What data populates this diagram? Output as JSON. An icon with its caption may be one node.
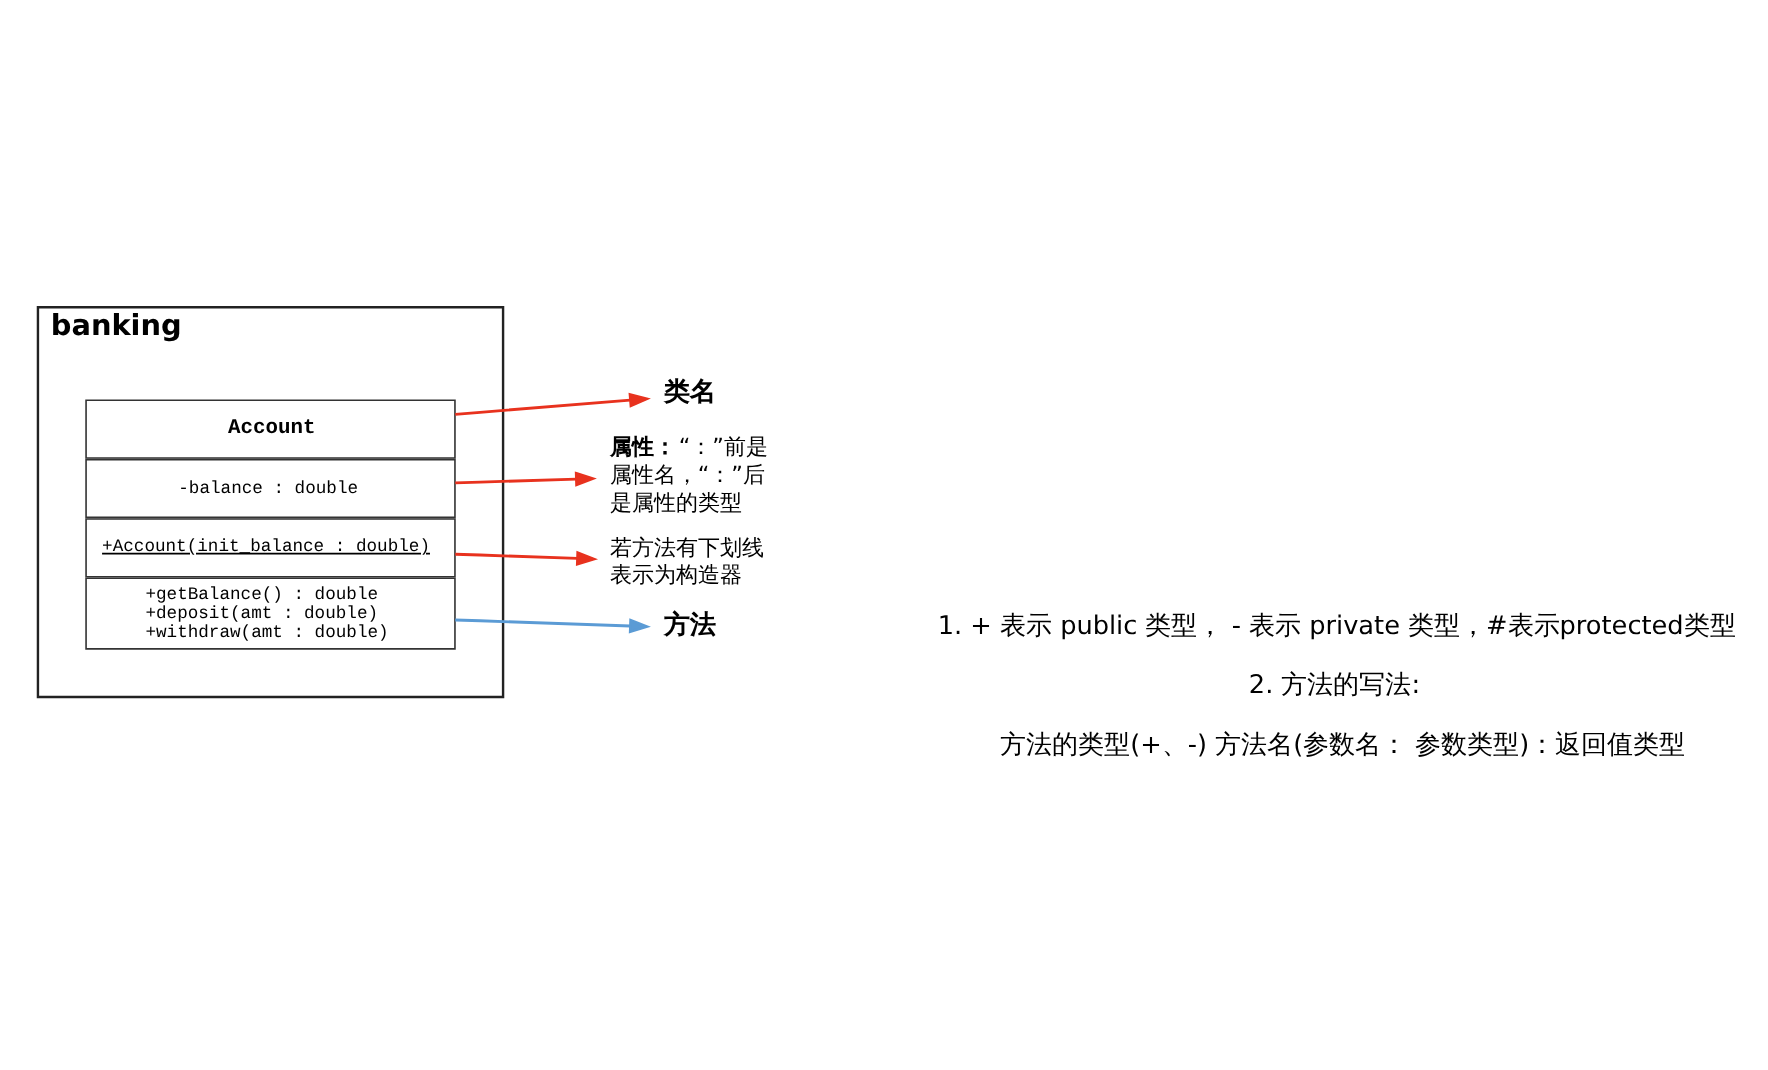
{
  "diagram": {
    "nodes": [
      {
        "text": [
          "banking"
        ]
      },
      {
        "text": [
          "Account"
        ],
        "in": 0
      },
      {
        "text": [
          "-balance : double"
        ],
        "in": 0
      },
      {
        "text": [
          "+Account(init_balance : double)"
        ],
        "in": 0
      },
      {
        "text": [
          "+getBalance() : double",
          "+deposit(amt : double)",
          "+withdraw(amt : double)"
        ],
        "in": 0
      },
      {
        "text": [
          "类名"
        ]
      },
      {
        "text": [
          "**属性：**“：”前是属性名，“：”后是属性的类型"
        ]
      },
      {
        "text": [
          "若方法有下划线表示为构造器"
        ]
      },
      {
        "text": [
          "方法"
        ]
      }
    ],
    "edges": [
      {
        "from": 1,
        "to": 5,
        "arrow": "to"
      },
      {
        "from": 2,
        "to": 6,
        "arrow": "to"
      },
      {
        "from": 3,
        "to": 7,
        "arrow": "to"
      },
      {
        "from": 4,
        "to": 8,
        "arrow": "to",
        "color": "#5b9bd5"
      }
    ],
    "labels": [
      "1. + 表示 public 类型， - 表示 private 类型，#表示protected类型",
      "2. 方法的写法:",
      "方法的类型(+、-) 方法名(参数名： 参数类型)：返回值类型"
    ]
  }
}
